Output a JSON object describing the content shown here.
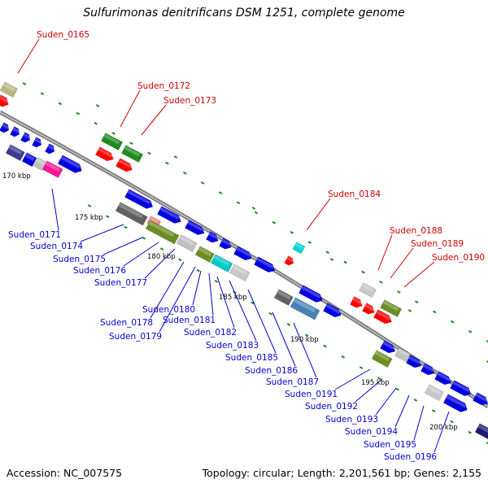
{
  "title": "Sulfurimonas denitrificans DSM 1251, complete genome",
  "footer": {
    "accession": "Accession: NC_007575",
    "summary": "Topology: circular; Length: 2,201,561 bp; Genes: 2,155"
  },
  "colors": {
    "backbone": "#808080",
    "forward": "#0000e0",
    "dots": "#1a8a1a",
    "red_label": "#cc0000",
    "blue_label": "#0000cc"
  },
  "scale_ticks": [
    "170 kbp",
    "175 kbp",
    "180 kbp",
    "185 kbp",
    "190 kbp",
    "195 kbp",
    "200 kbp"
  ],
  "red_labels": [
    "Suden_0165",
    "Suden_0172",
    "Suden_0173",
    "Suden_0184",
    "Suden_0188",
    "Suden_0189",
    "Suden_0190"
  ],
  "blue_labels": [
    "Suden_0171",
    "Suden_0174",
    "Suden_0175",
    "Suden_0176",
    "Suden_0177",
    "Suden_0178",
    "Suden_0179",
    "Suden_0180",
    "Suden_0181",
    "Suden_0182",
    "Suden_0183",
    "Suden_0185",
    "Suden_0186",
    "Suden_0187",
    "Suden_0191",
    "Suden_0192",
    "Suden_0193",
    "Suden_0194",
    "Suden_0195",
    "Suden_0196"
  ]
}
